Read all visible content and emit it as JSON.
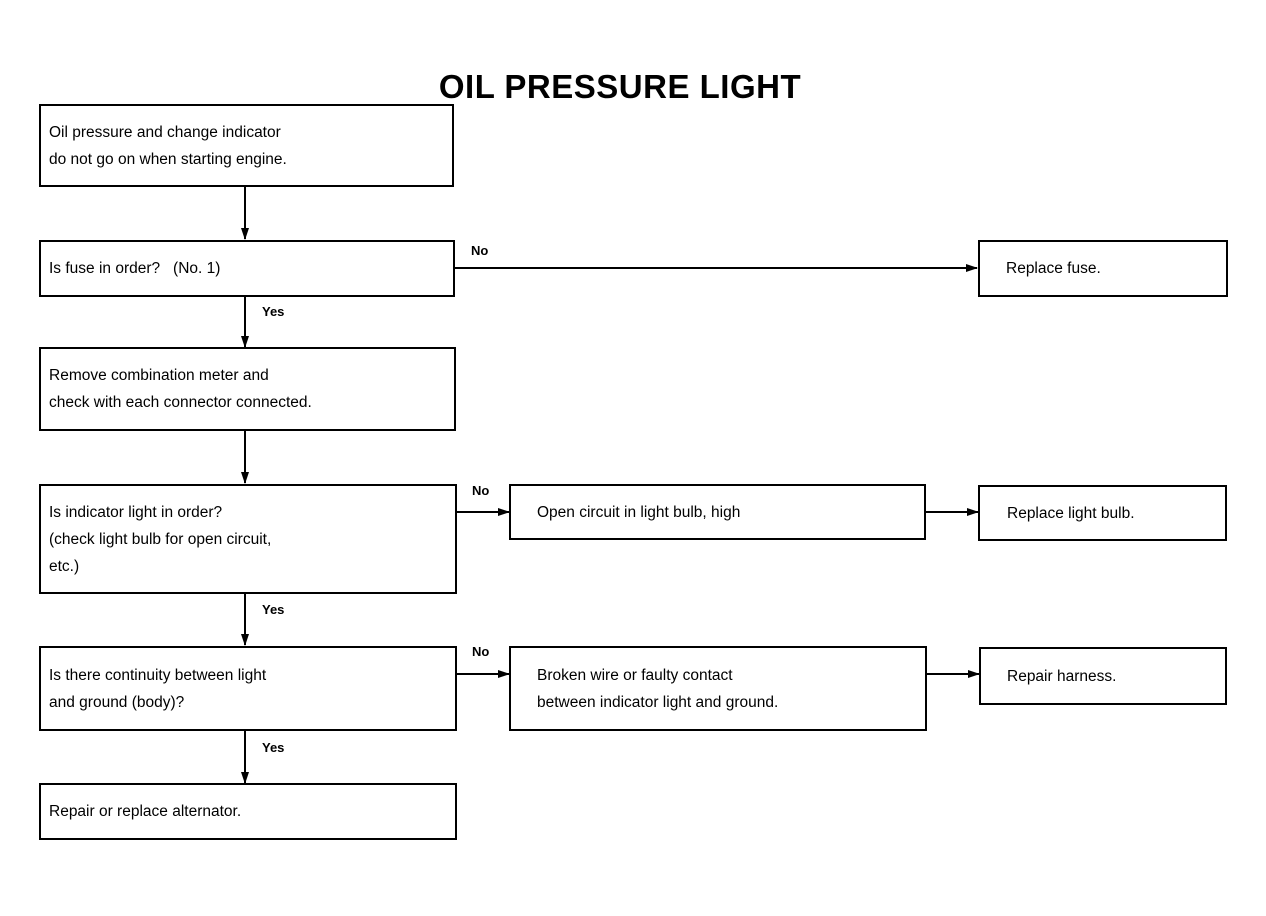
{
  "title": "OIL PRESSURE LIGHT",
  "nodes": {
    "start": {
      "lines": [
        "Oil pressure and change indicator",
        "do not go on when starting engine."
      ]
    },
    "fuse_check": {
      "lines": [
        "Is fuse in order?   (No. 1)"
      ]
    },
    "replace_fuse": {
      "lines": [
        "Replace fuse."
      ]
    },
    "remove_meter": {
      "lines": [
        "Remove combination meter and",
        "check with each connector connected."
      ]
    },
    "indicator_check": {
      "lines": [
        "Is indicator light in order?",
        "(check light bulb for open circuit,",
        "etc.)"
      ]
    },
    "open_circuit": {
      "lines": [
        "Open circuit in light bulb, high"
      ]
    },
    "replace_bulb": {
      "lines": [
        "Replace light bulb."
      ]
    },
    "continuity_check": {
      "lines": [
        "Is there continuity between light",
        "and ground (body)?"
      ]
    },
    "broken_wire": {
      "lines": [
        "Broken wire or faulty contact",
        "between indicator light and ground."
      ]
    },
    "repair_harness": {
      "lines": [
        "Repair harness."
      ]
    },
    "repair_alternator": {
      "lines": [
        "Repair or replace alternator."
      ]
    }
  },
  "edge_labels": {
    "fuse_no": "No",
    "fuse_yes": "Yes",
    "indicator_no": "No",
    "indicator_yes": "Yes",
    "continuity_no": "No",
    "continuity_yes": "Yes"
  }
}
